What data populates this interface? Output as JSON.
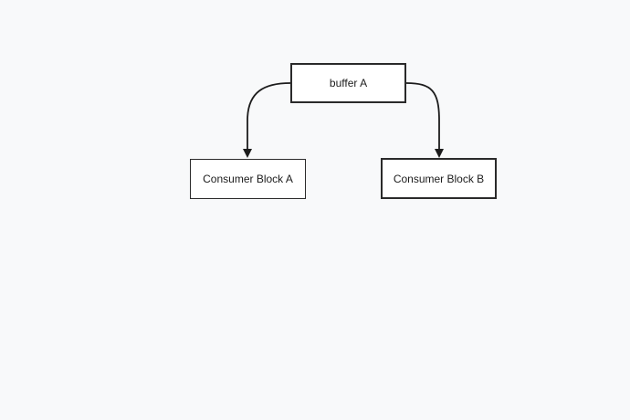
{
  "diagram": {
    "nodes": [
      {
        "id": "buffer-a",
        "label": "buffer A"
      },
      {
        "id": "consumer-a",
        "label": "Consumer Block A"
      },
      {
        "id": "consumer-b",
        "label": "Consumer Block B"
      }
    ],
    "edges": [
      {
        "from": "buffer-a",
        "to": "consumer-a"
      },
      {
        "from": "buffer-a",
        "to": "consumer-b"
      }
    ],
    "colors": {
      "background": "#f8f9fa",
      "node_fill": "#ffffff",
      "stroke": "#2a2a2a",
      "text": "#1c1c1c"
    }
  }
}
